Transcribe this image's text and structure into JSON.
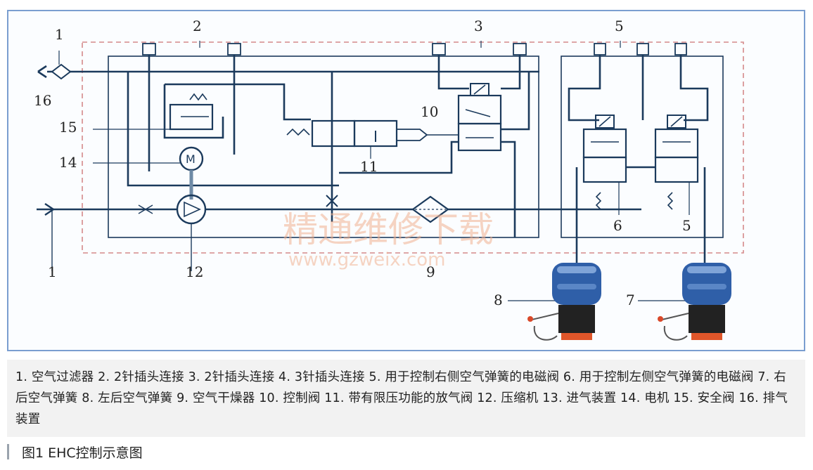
{
  "diagram": {
    "callouts": [
      {
        "id": "c1a",
        "text": "1"
      },
      {
        "id": "c2",
        "text": "2"
      },
      {
        "id": "c3",
        "text": "3"
      },
      {
        "id": "c5a",
        "text": "5"
      },
      {
        "id": "c16",
        "text": "16"
      },
      {
        "id": "c10",
        "text": "10"
      },
      {
        "id": "c15",
        "text": "15"
      },
      {
        "id": "c14",
        "text": "14"
      },
      {
        "id": "c11",
        "text": "11"
      },
      {
        "id": "c6",
        "text": "6"
      },
      {
        "id": "c5b",
        "text": "5"
      },
      {
        "id": "c1b",
        "text": "1"
      },
      {
        "id": "c12",
        "text": "12"
      },
      {
        "id": "c9",
        "text": "9"
      },
      {
        "id": "c8",
        "text": "8"
      },
      {
        "id": "c7",
        "text": "7"
      }
    ],
    "watermark_cn": "精通维修下载",
    "watermark_url": "www.gzweix.com",
    "colors": {
      "line": "#1b3a5c",
      "dash": "#d48a8a",
      "frame": "#7a9ed0",
      "spring_blue": "#2f5fa8",
      "watermark": "#f0b090"
    }
  },
  "legend": "1. 空气过滤器 2. 2针插头连接 3. 2针插头连接 4. 3针插头连接 5. 用于控制右侧空气弹簧的电磁阀 6. 用于控制左侧空气弹簧的电磁阀 7. 右后空气弹簧 8. 左后空气弹簧 9. 空气干燥器 10. 控制阀 11. 带有限压功能的放气阀 12. 压缩机 13. 进气装置 14. 电机 15. 安全阀 16. 排气装置",
  "figure_title": "图1 EHC控制示意图"
}
